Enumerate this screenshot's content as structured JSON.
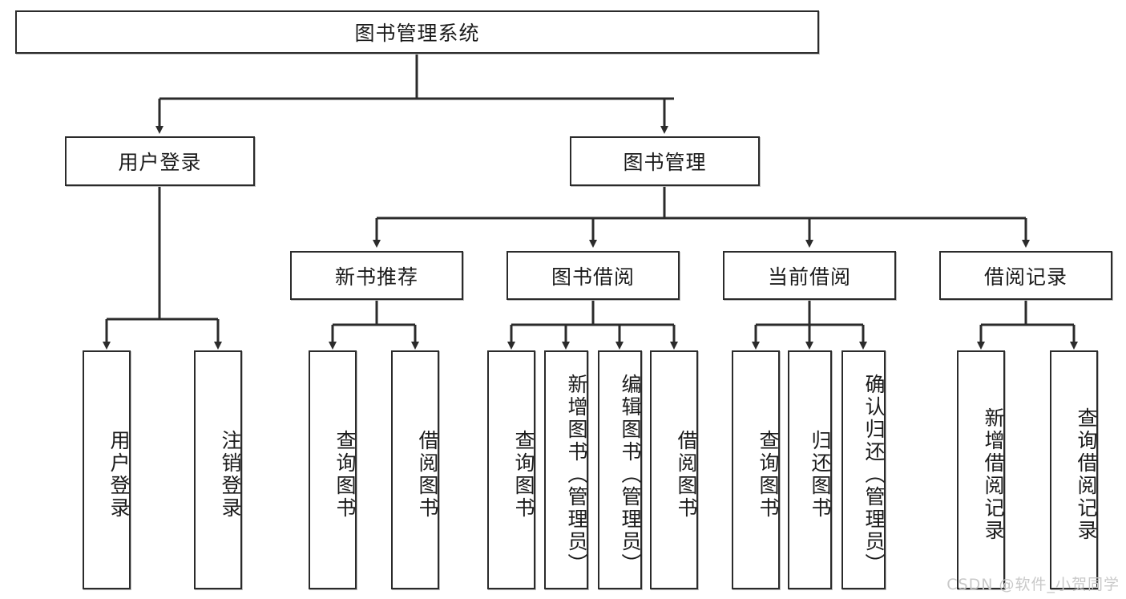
{
  "diagram": {
    "title": "图书管理系统",
    "type": "hierarchy-tree",
    "root": {
      "label": "图书管理系统"
    },
    "level2": [
      {
        "label": "用户登录"
      },
      {
        "label": "图书管理"
      }
    ],
    "level3": [
      {
        "label": "新书推荐"
      },
      {
        "label": "图书借阅"
      },
      {
        "label": "当前借阅"
      },
      {
        "label": "借阅记录"
      }
    ],
    "leaves": {
      "user_login": [
        {
          "label": "用户登录"
        },
        {
          "label": "注销登录"
        }
      ],
      "new_book_recommend": [
        {
          "label": "查询图书"
        },
        {
          "label": "借阅图书"
        }
      ],
      "book_borrow": [
        {
          "label": "查询图书"
        },
        {
          "label": "新增图书（管理员）"
        },
        {
          "label": "编辑图书（管理员）"
        },
        {
          "label": "借阅图书"
        }
      ],
      "current_borrow": [
        {
          "label": "查询图书"
        },
        {
          "label": "归还图书"
        },
        {
          "label": "确认归还（管理员）"
        }
      ],
      "borrow_record": [
        {
          "label": "新增借阅记录"
        },
        {
          "label": "查询借阅记录"
        }
      ]
    }
  },
  "watermark": {
    "text": "CSDN @软件_小贺同学"
  },
  "colors": {
    "box_border": "#2b2b2b",
    "box_fill": "#ffffff",
    "connector": "#2b2b2b",
    "text": "#1b1b1b",
    "watermark": "#c9c9c9"
  }
}
